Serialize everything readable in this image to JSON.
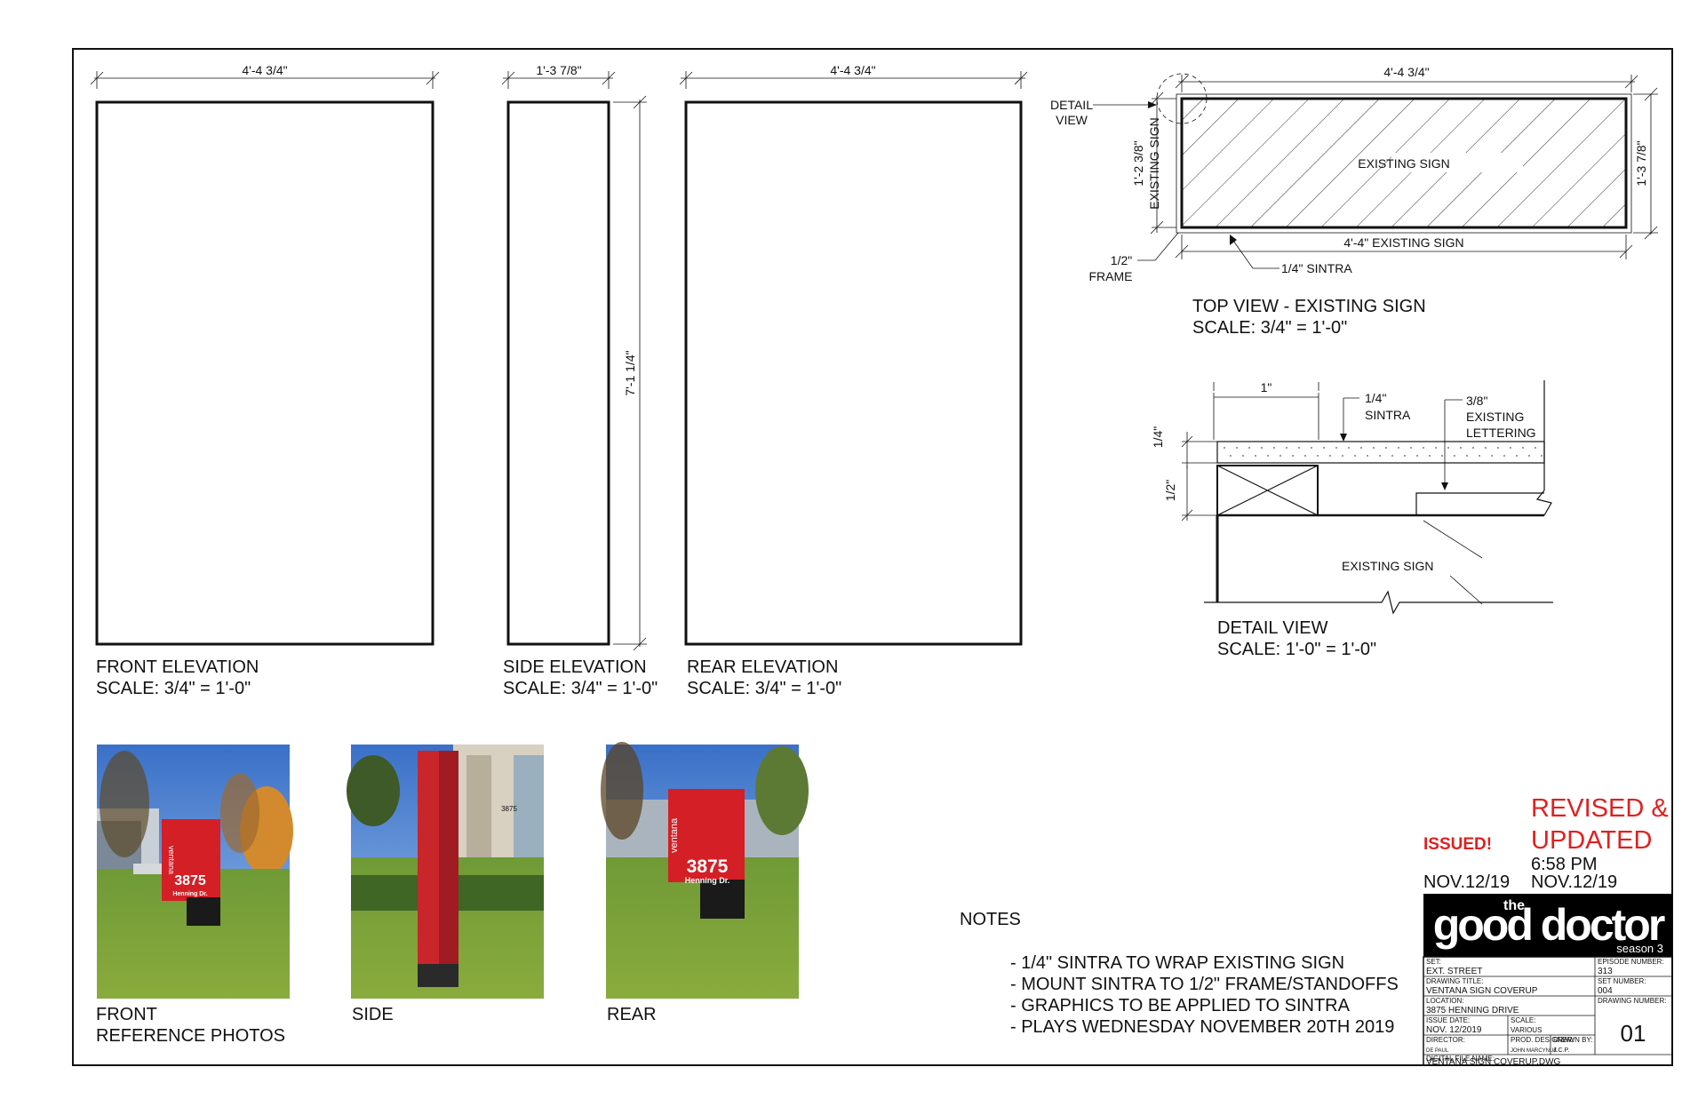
{
  "front_elevation": {
    "dim_width": "4'-4 3/4\"",
    "title": "FRONT ELEVATION",
    "scale": "SCALE: 3/4\" = 1'-0\""
  },
  "side_elevation": {
    "dim_width": "1'-3 7/8\"",
    "dim_height": "7'-1 1/4\"",
    "title": "SIDE ELEVATION",
    "scale": "SCALE: 3/4\" = 1'-0\""
  },
  "rear_elevation": {
    "dim_width": "4'-4 3/4\"",
    "title": "REAR ELEVATION",
    "scale": "SCALE: 3/4\" = 1'-0\""
  },
  "top_view": {
    "dim_top": "4'-4 3/4\"",
    "dim_left_outer": "1'-2 3/8\"",
    "dim_left_inner": "EXISTING SIGN",
    "dim_right": "1'-3 7/8\"",
    "label_center": "EXISTING SIGN",
    "dim_bottom": "4'-4\" EXISTING SIGN",
    "detail_line1": "DETAIL",
    "detail_line2": "VIEW",
    "frame_line1": "1/2\"",
    "frame_line2": "FRAME",
    "sintra": "1/4\" SINTRA",
    "title": "TOP VIEW - EXISTING SIGN",
    "scale": "SCALE: 3/4\" = 1'-0\""
  },
  "detail_view": {
    "dim_1in": "1\"",
    "sintra_line1": "1/4\"",
    "sintra_line2": "SINTRA",
    "lettering_line1": "3/8\"",
    "lettering_line2": "EXISTING",
    "lettering_line3": "LETTERING",
    "dim_quarter": "1/4\"",
    "dim_half": "1/2\"",
    "existing_sign": "EXISTING SIGN",
    "title": "DETAIL VIEW",
    "scale": "SCALE: 1'-0\" = 1'-0\""
  },
  "photos": {
    "front_label": "FRONT",
    "reference_label": "REFERENCE PHOTOS",
    "side_label": "SIDE",
    "rear_label": "REAR",
    "sign_brand": "ventana",
    "sign_number": "3875",
    "sign_street": "Henning Dr.",
    "building_number": "3875"
  },
  "notes": {
    "heading": "NOTES",
    "items": [
      "- 1/4\" SINTRA TO WRAP EXISTING SIGN",
      "- MOUNT SINTRA TO 1/2\" FRAME/STANDOFFS",
      "- GRAPHICS TO BE APPLIED TO SINTRA",
      "- PLAYS WEDNESDAY NOVEMBER 20TH 2019"
    ]
  },
  "stamps": {
    "issued": "ISSUED!",
    "issued_date": "NOV.12/19",
    "revised_line1": "REVISED &",
    "revised_line2": "UPDATED",
    "revised_time": "6:58 PM",
    "revised_date": "NOV.12/19",
    "accent_color": "#e02020"
  },
  "title_block": {
    "logo_the": "the",
    "logo_main": "good doctor",
    "logo_season": "season 3",
    "set_label": "SET:",
    "set_value": "EXT. STREET",
    "episode_label": "EPISODE NUMBER:",
    "episode_value": "313",
    "drawing_title_label": "DRAWING TITLE:",
    "drawing_title_value": "VENTANA SIGN COVERUP",
    "set_number_label": "SET NUMBER:",
    "set_number_value": "004",
    "location_label": "LOCATION:",
    "location_value": "3875 HENNING DRIVE",
    "drawing_number_label": "DRAWING NUMBER:",
    "drawing_number_value": "01",
    "issue_date_label": "ISSUE DATE:",
    "issue_date_value": "NOV. 12/2019",
    "scale_label": "SCALE:",
    "scale_value": "VARIOUS",
    "director_label": "DIRECTOR:",
    "director_value": "DE PAUL",
    "prod_designer_label": "PROD. DESIGNER:",
    "prod_designer_value": "JOHN MARCYNUK",
    "drawn_by_label": "DRAWN BY:",
    "drawn_by_value": "J.C.P.",
    "file_label": "DIGITAL FILE NAME:",
    "file_value": "VENTANA SIGN COVERUP.DWG"
  }
}
